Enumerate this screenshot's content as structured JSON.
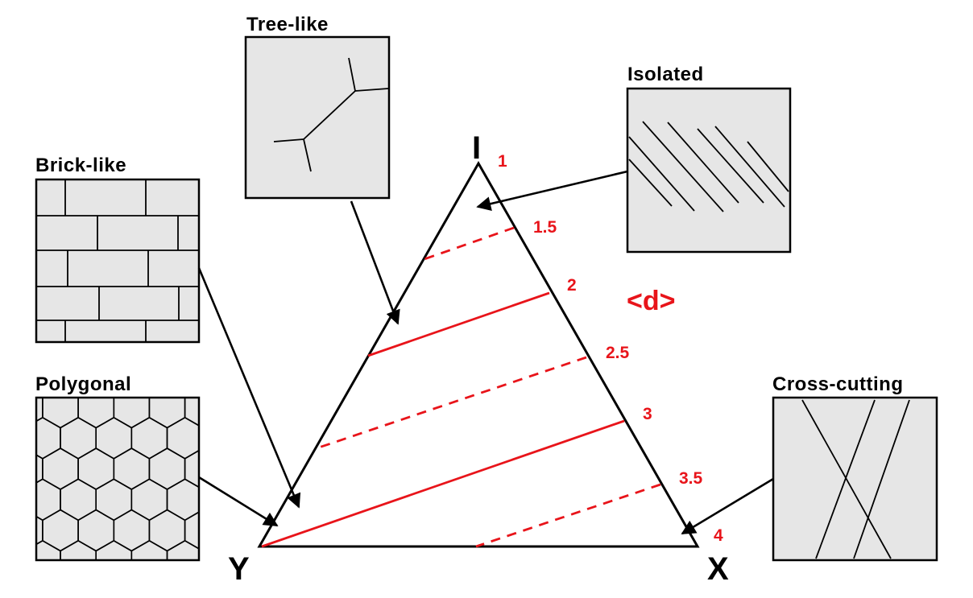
{
  "colors": {
    "frame": "#000000",
    "panel_fill": "#e6e6e6",
    "accent": "#e8141a",
    "background": "#ffffff"
  },
  "triangle": {
    "vertices": {
      "top": "I",
      "left": "Y",
      "right": "X"
    },
    "mean_label": "<d>",
    "contours": [
      {
        "value": "1",
        "style": "none"
      },
      {
        "value": "1.5",
        "style": "dashed"
      },
      {
        "value": "2",
        "style": "solid"
      },
      {
        "value": "2.5",
        "style": "dashed"
      },
      {
        "value": "3",
        "style": "solid"
      },
      {
        "value": "3.5",
        "style": "dashed"
      },
      {
        "value": "4",
        "style": "none"
      }
    ]
  },
  "panels": {
    "tree": {
      "title": "Tree-like",
      "pattern": "tree"
    },
    "isolated": {
      "title": "Isolated",
      "pattern": "parallel-lines"
    },
    "brick": {
      "title": "Brick-like",
      "pattern": "bricks"
    },
    "polygonal": {
      "title": "Polygonal",
      "pattern": "hexagons"
    },
    "cross": {
      "title": "Cross-cutting",
      "pattern": "crossing-lines"
    }
  }
}
